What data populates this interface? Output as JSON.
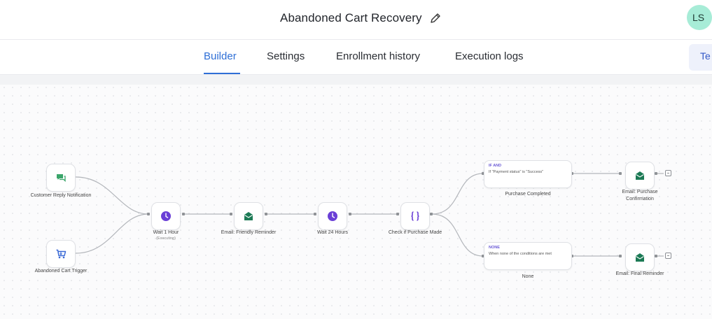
{
  "header": {
    "title": "Abandoned Cart Recovery",
    "avatar_initials": "LS"
  },
  "tabs": [
    {
      "label": "Builder",
      "active": true
    },
    {
      "label": "Settings",
      "active": false
    },
    {
      "label": "Enrollment history",
      "active": false
    },
    {
      "label": "Execution logs",
      "active": false
    }
  ],
  "test_button": {
    "label": "Te"
  },
  "colors": {
    "accent": "#2f6fd6",
    "wait_icon": "#6a3fd6",
    "email_icon": "#1c7a55",
    "reply_icon": "#3aa56a",
    "cart_icon": "#3b6ad6",
    "condition_icon": "#6a3fd6"
  },
  "nodes": {
    "customer_reply": {
      "label": "Customer Reply Notification",
      "icon": "chat-bubble-icon"
    },
    "cart_trigger": {
      "label": "Abandoned Cart Trigger",
      "icon": "shopping-cart-icon"
    },
    "wait_1h": {
      "label": "Wait 1 Hour",
      "sub": "(Executing)",
      "icon": "clock-icon"
    },
    "email_friendly": {
      "label": "Email: Friendly Reminder",
      "icon": "mail-icon"
    },
    "wait_24h": {
      "label": "Wait 24 Hours",
      "icon": "clock-icon"
    },
    "check_purchase": {
      "label": "Check if Purchase Made",
      "icon": "braces-icon"
    },
    "branch_completed": {
      "tag": "IF AND",
      "condition": "If \"Payment status\" is \"Success\"",
      "label": "Purchase Completed"
    },
    "branch_none": {
      "tag": "NONE",
      "condition": "When none of the conditions are met",
      "label": "None"
    },
    "email_confirmation": {
      "label": "Email: Purchase Confirmation",
      "icon": "mail-icon"
    },
    "email_final": {
      "label": "Email: Final Reminder",
      "icon": "mail-icon"
    }
  }
}
